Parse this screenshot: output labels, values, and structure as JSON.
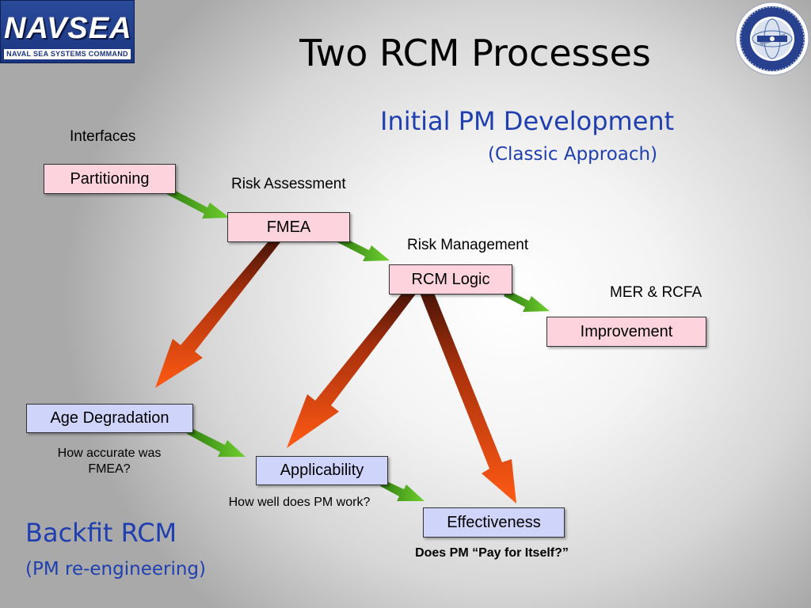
{
  "title": "Two RCM Processes",
  "logo_left": {
    "word": "NAVSEA",
    "subtitle": "NAVAL SEA SYSTEMS COMMAND"
  },
  "initial": {
    "heading": "Initial PM  Development",
    "subheading": "(Classic Approach)"
  },
  "backfit": {
    "heading": "Backfit RCM",
    "subheading": "(PM re-engineering)"
  },
  "labels": {
    "interfaces": "Interfaces",
    "risk_assessment": "Risk Assessment",
    "risk_management": "Risk Management",
    "mer_rcfa": "MER & RCFA"
  },
  "boxes": {
    "partitioning": "Partitioning",
    "fmea": "FMEA",
    "rcm_logic": "RCM Logic",
    "improvement": "Improvement",
    "age_degradation": "Age Degradation",
    "applicability": "Applicability",
    "effectiveness": "Effectiveness"
  },
  "questions": {
    "fmea_accuracy": "How accurate was FMEA?",
    "pm_work": "How well does PM work?",
    "pay_for_itself": "Does PM “Pay for Itself?”"
  },
  "colors": {
    "title_blue": "#1f3fb0",
    "pink_box": "#fdd3de",
    "lavender_box": "#cfd4fa",
    "green_arrow": "#5cc12a",
    "orange_arrow": "#ff5a14",
    "dark_arrow": "#4a1508"
  }
}
